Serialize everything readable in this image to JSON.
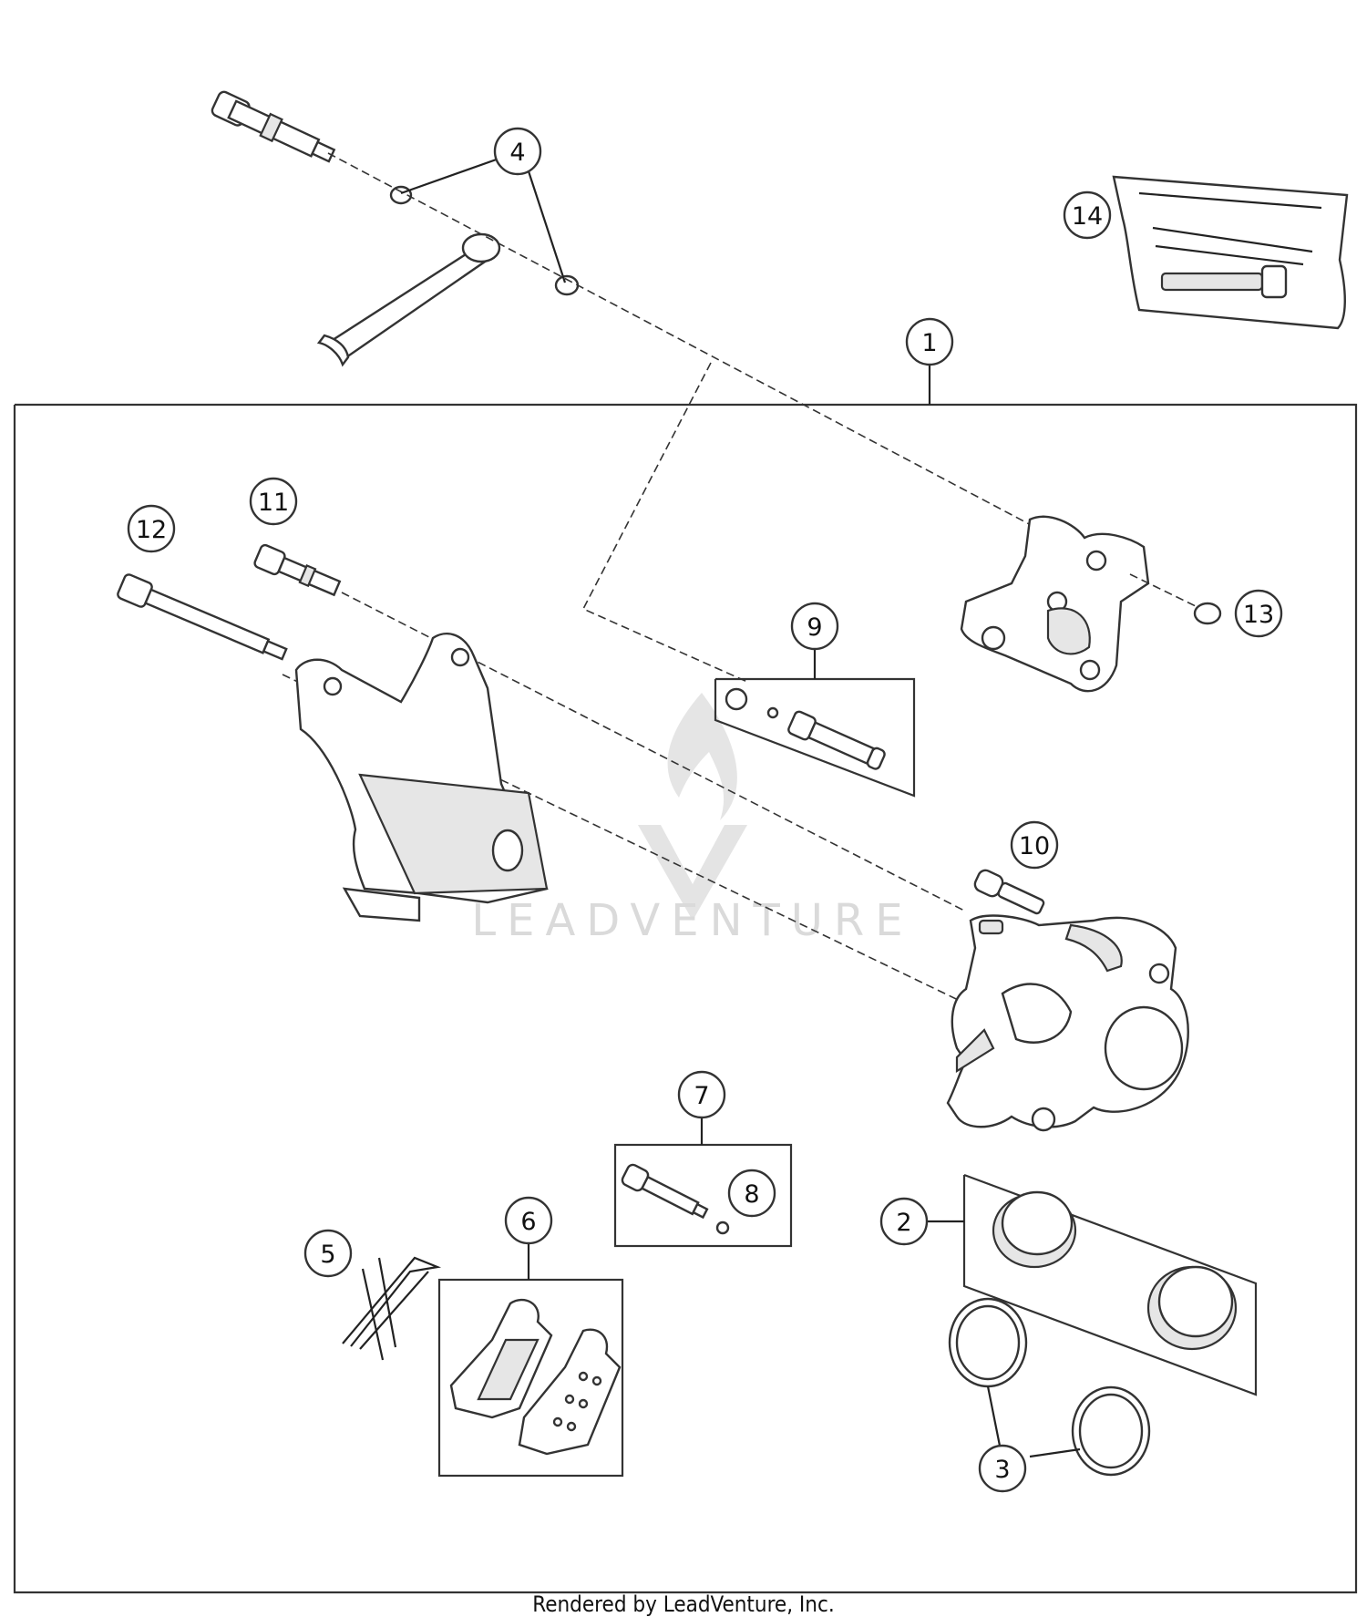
{
  "diagram": {
    "callouts": [
      "1",
      "2",
      "3",
      "4",
      "5",
      "6",
      "7",
      "8",
      "9",
      "10",
      "11",
      "12",
      "13",
      "14"
    ],
    "watermark": "LEADVENTURE",
    "footer": "Rendered by LeadVenture, Inc."
  },
  "colors": {
    "line": "#333333",
    "fill": "#ffffff",
    "shade": "#e6e6e6",
    "watermark": "#d6d6d6"
  }
}
